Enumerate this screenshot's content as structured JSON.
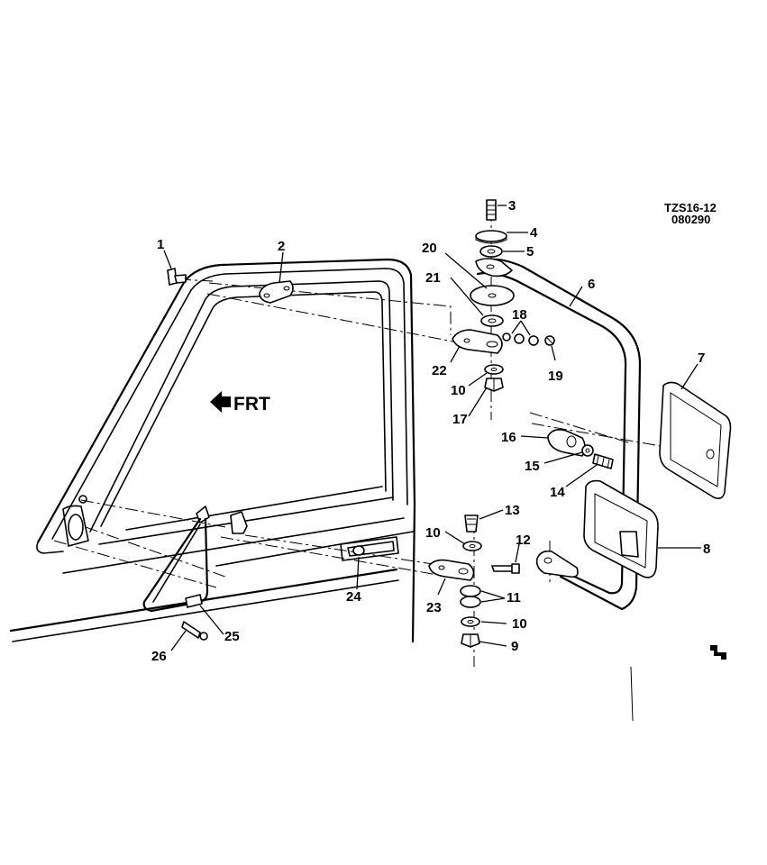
{
  "diagram_code": "TZS16-12",
  "diagram_date": "080290",
  "direction_label": "FRT",
  "callouts": [
    "1",
    "2",
    "3",
    "4",
    "5",
    "6",
    "7",
    "8",
    "9",
    "10",
    "10",
    "10",
    "11",
    "12",
    "13",
    "14",
    "15",
    "16",
    "17",
    "18",
    "19",
    "20",
    "21",
    "22",
    "23",
    "24",
    "25",
    "26"
  ]
}
